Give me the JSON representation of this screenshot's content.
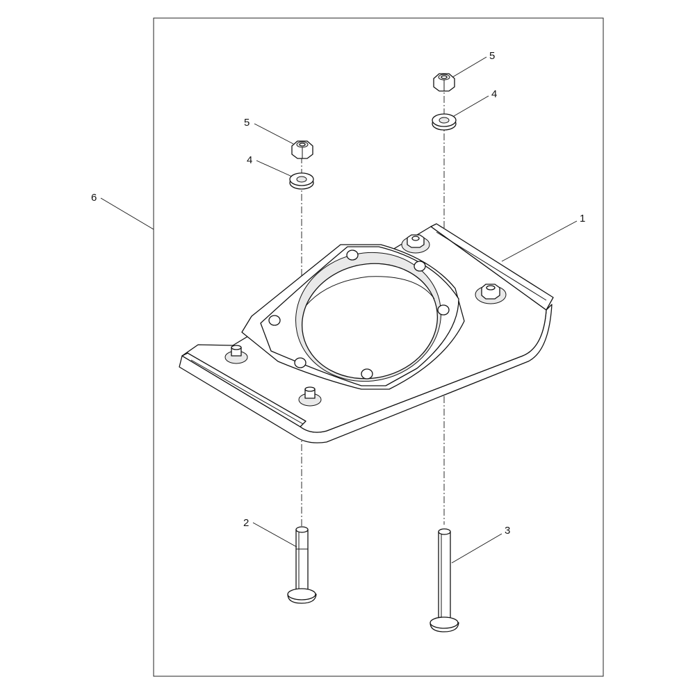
{
  "callouts": [
    {
      "id": "c1",
      "label": "1",
      "part": "base-plate"
    },
    {
      "id": "c2",
      "label": "2",
      "part": "short-bolt"
    },
    {
      "id": "c3",
      "label": "3",
      "part": "long-bolt"
    },
    {
      "id": "c4a",
      "label": "4",
      "part": "washer-left"
    },
    {
      "id": "c4b",
      "label": "4",
      "part": "washer-right"
    },
    {
      "id": "c5a",
      "label": "5",
      "part": "nut-left"
    },
    {
      "id": "c5b",
      "label": "5",
      "part": "nut-right"
    },
    {
      "id": "c6",
      "label": "6",
      "part": "assembly-frame"
    }
  ]
}
